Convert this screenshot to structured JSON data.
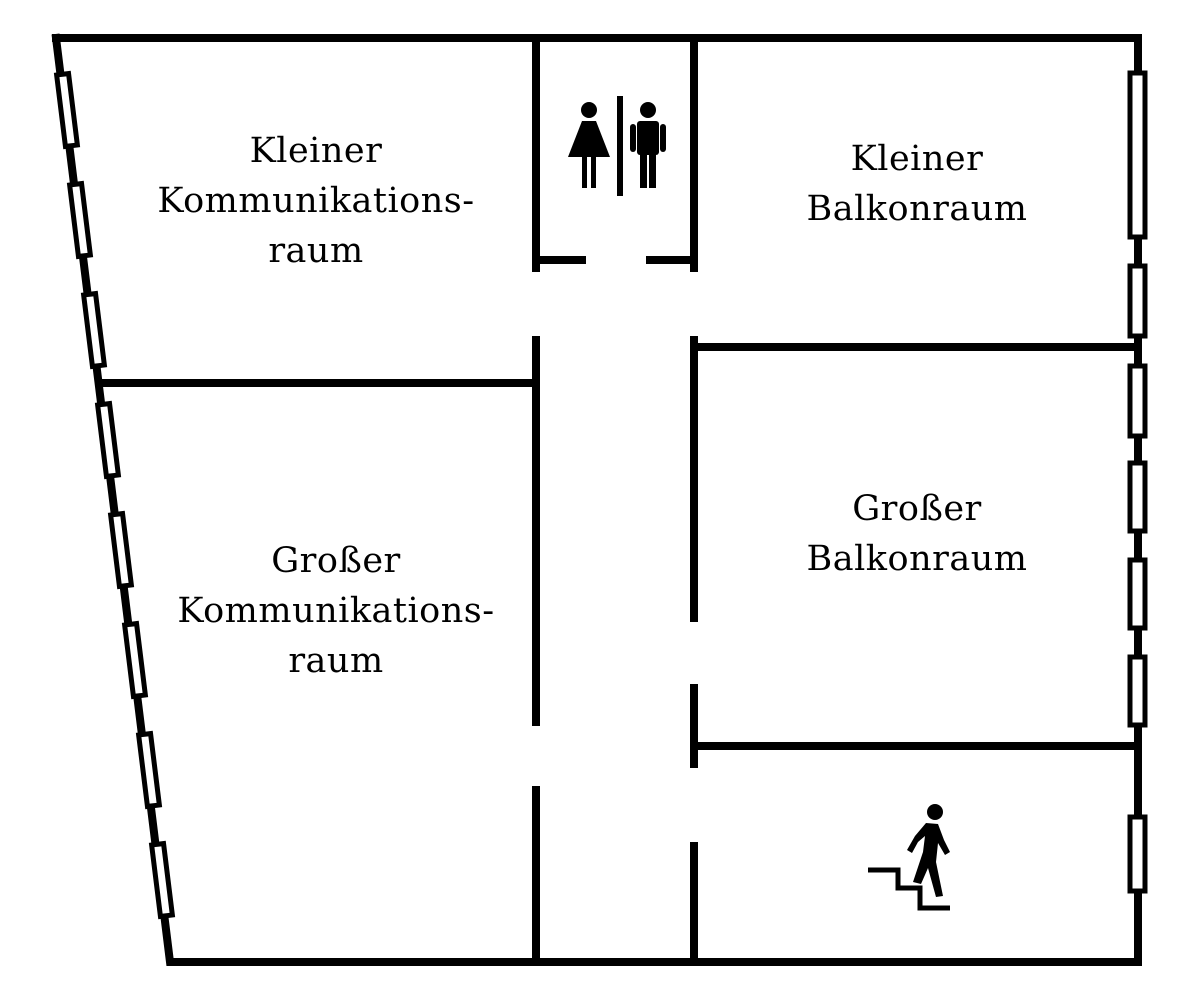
{
  "colors": {
    "ink": "#000000",
    "paper": "#ffffff"
  },
  "rooms": {
    "small_communication": {
      "line1": "Kleiner",
      "line2": "Kommunikations-",
      "line3": "raum"
    },
    "large_communication": {
      "line1": "Großer",
      "line2": "Kommunikations-",
      "line3": "raum"
    },
    "small_balcony": {
      "line1": "Kleiner",
      "line2": "Balkonraum"
    },
    "large_balcony": {
      "line1": "Großer",
      "line2": "Balkonraum"
    }
  },
  "icons": {
    "restroom": "restroom-icon",
    "stairs": "stairs-exit-icon"
  }
}
